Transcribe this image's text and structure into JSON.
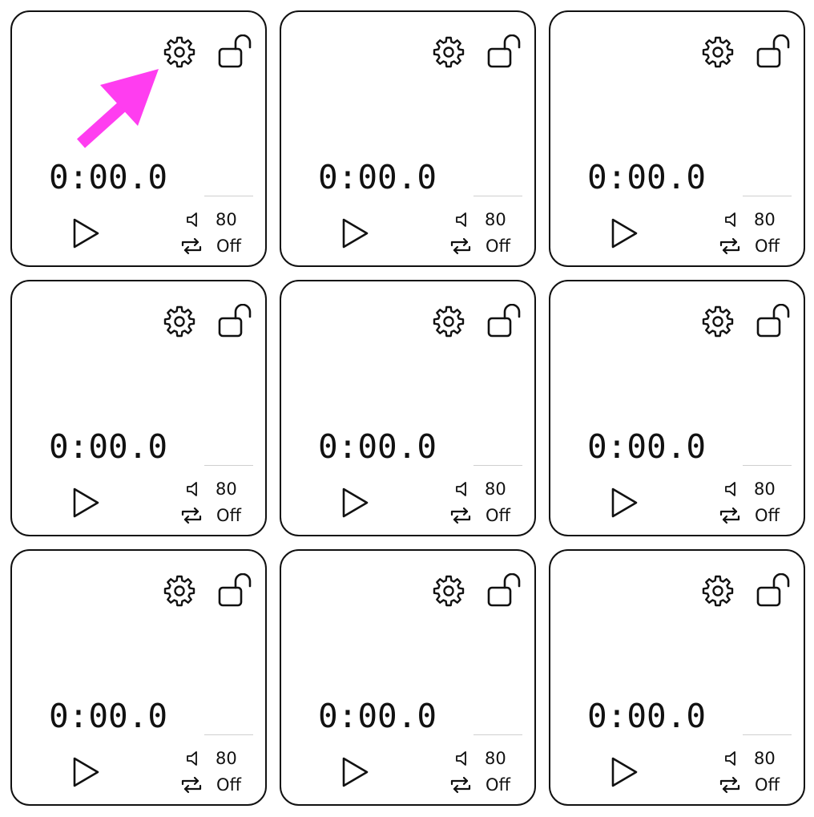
{
  "tiles": [
    {
      "time": "0:00.0",
      "volume": "80",
      "loop": "Off"
    },
    {
      "time": "0:00.0",
      "volume": "80",
      "loop": "Off"
    },
    {
      "time": "0:00.0",
      "volume": "80",
      "loop": "Off"
    },
    {
      "time": "0:00.0",
      "volume": "80",
      "loop": "Off"
    },
    {
      "time": "0:00.0",
      "volume": "80",
      "loop": "Off"
    },
    {
      "time": "0:00.0",
      "volume": "80",
      "loop": "Off"
    },
    {
      "time": "0:00.0",
      "volume": "80",
      "loop": "Off"
    },
    {
      "time": "0:00.0",
      "volume": "80",
      "loop": "Off"
    },
    {
      "time": "0:00.0",
      "volume": "80",
      "loop": "Off"
    }
  ],
  "icons": {
    "settings": "gear-icon",
    "lock": "unlocked-padlock-icon",
    "play": "play-icon",
    "volume": "speaker-icon",
    "loop": "repeat-icon",
    "annotation": "pointer-arrow"
  },
  "colors": {
    "annotation_arrow": "#ff3df0",
    "stroke": "#111111",
    "divider": "#cfcfcf"
  }
}
